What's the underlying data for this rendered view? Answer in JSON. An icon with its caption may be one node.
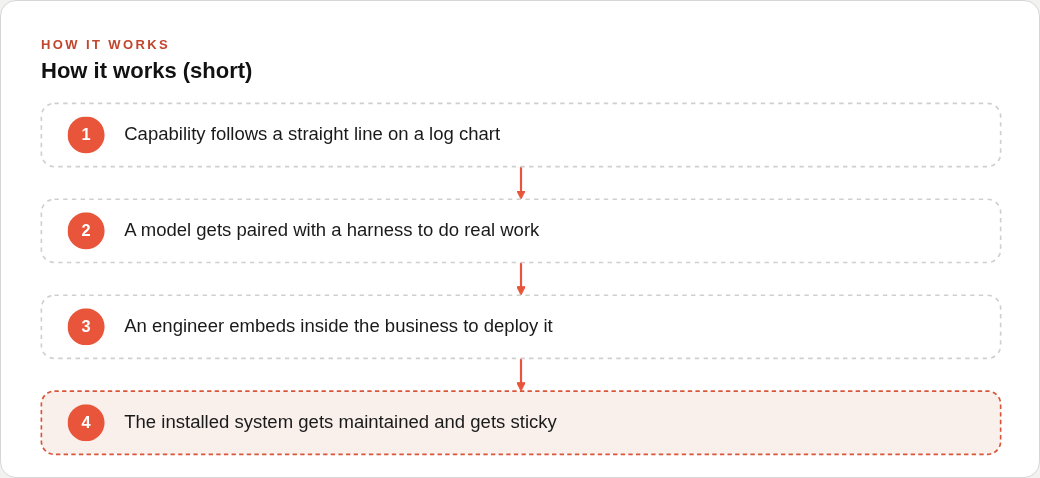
{
  "diagram": {
    "title": "How it works (short)",
    "nodes": [
      {
        "text": [
          "1",
          "Capability follows a straight line on a log chart"
        ]
      },
      {
        "text": [
          "2",
          "A model gets paired with a harness to do real work"
        ]
      },
      {
        "text": [
          "3",
          "An engineer embeds inside the business to deploy it"
        ]
      },
      {
        "text": [
          "4",
          "The installed system gets maintained and gets sticky"
        ]
      }
    ],
    "edges": [
      {
        "from": 0,
        "to": 1,
        "arrow": "to"
      },
      {
        "from": 1,
        "to": 2,
        "arrow": "to"
      },
      {
        "from": 2,
        "to": 3,
        "arrow": "to"
      }
    ],
    "labels": [
      "HOW IT WORKS"
    ]
  }
}
